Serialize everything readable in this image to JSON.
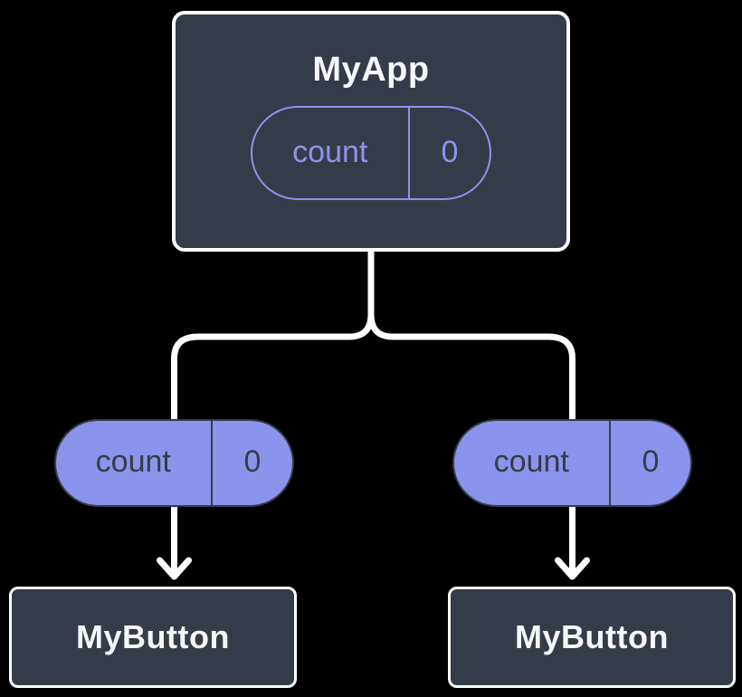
{
  "diagram": {
    "type": "component-tree",
    "colors": {
      "background": "#000000",
      "node_fill": "#353c49",
      "node_border": "#ffffff",
      "accent_purple": "#8a94ec",
      "pill_text_dark": "#353c49",
      "connector": "#ffffff",
      "title_text": "#f6f7f9"
    },
    "root": {
      "title": "MyApp",
      "state": {
        "key": "count",
        "value": "0"
      }
    },
    "props": {
      "left": {
        "key": "count",
        "value": "0"
      },
      "right": {
        "key": "count",
        "value": "0"
      }
    },
    "children": {
      "left": {
        "title": "MyButton"
      },
      "right": {
        "title": "MyButton"
      }
    }
  }
}
